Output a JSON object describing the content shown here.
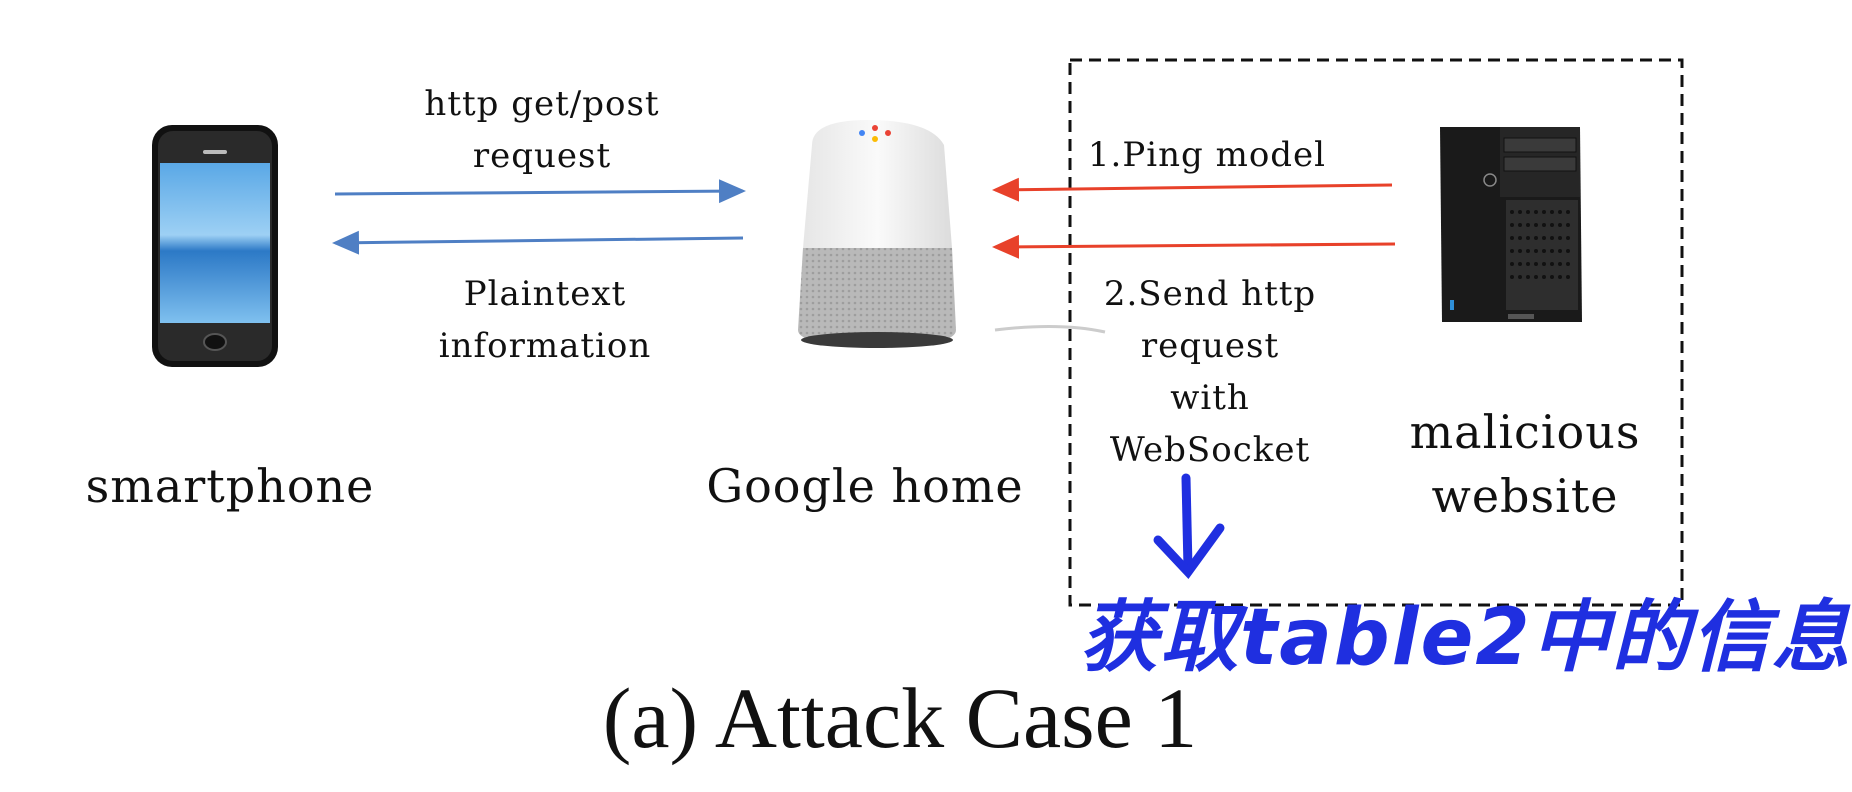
{
  "nodes": {
    "smartphone": "smartphone",
    "google_home": "Google home",
    "malicious_website": "malicious\nwebsite"
  },
  "edges": {
    "request": "http get/post\nrequest",
    "plaintext": "Plaintext\ninformation",
    "ping": "1.Ping model",
    "send": "2.Send http\nrequest\nwith\nWebSocket"
  },
  "annotation": {
    "handwritten": "获取table2中的信息",
    "color": "#1f2fe0"
  },
  "caption": "(a) Attack Case 1",
  "colors": {
    "blue_arrow": "#4f7fc4",
    "red_arrow": "#e8412a",
    "dashed_box": "#111111"
  }
}
